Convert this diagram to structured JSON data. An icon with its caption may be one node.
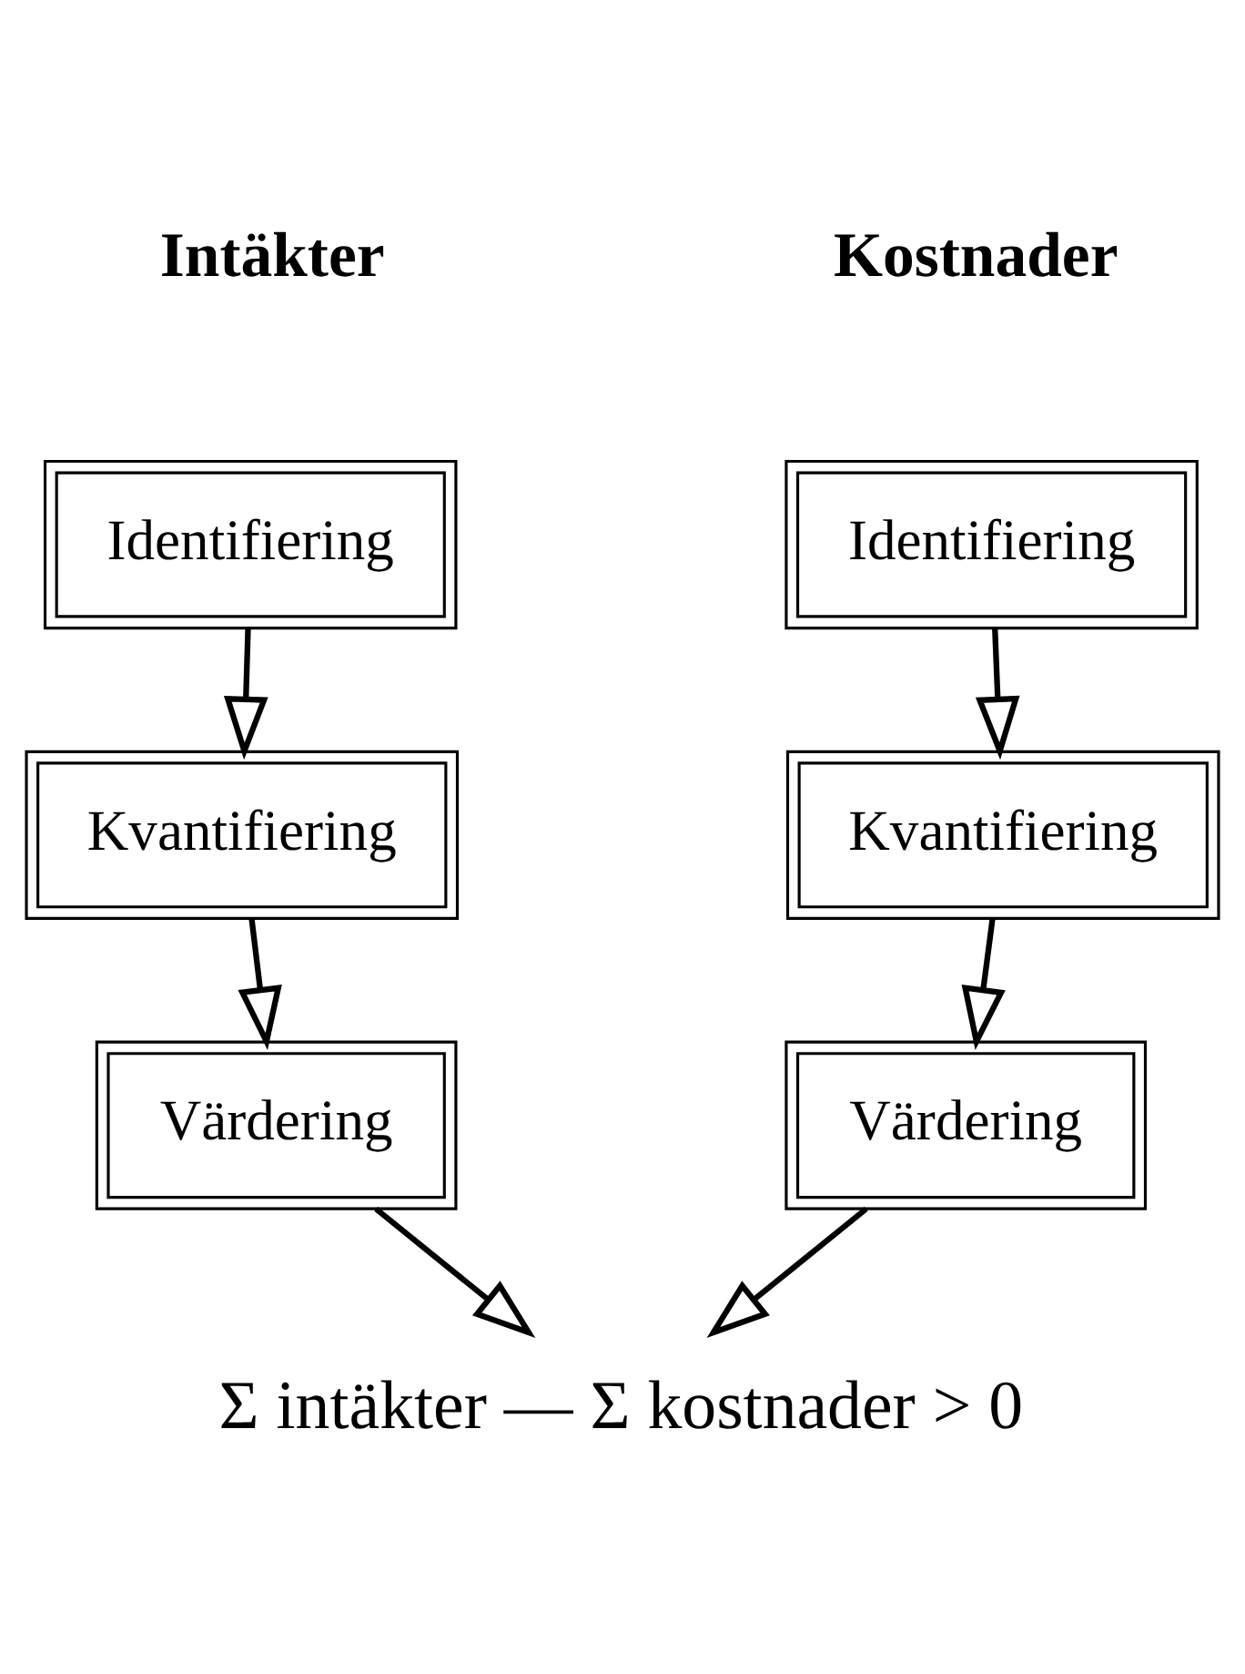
{
  "diagram": {
    "nodes": [
      {
        "text": [
          "Identifiering"
        ]
      },
      {
        "text": [
          "Identifiering"
        ]
      },
      {
        "text": [
          "Kvantifiering"
        ]
      },
      {
        "text": [
          "Kvantifiering"
        ]
      },
      {
        "text": [
          "Värdering"
        ]
      },
      {
        "text": [
          "Värdering"
        ]
      },
      {
        "text": [
          "Σ intäkter — Σ kostnader > 0"
        ]
      }
    ],
    "edges": [
      {
        "from": 0,
        "to": 2,
        "arrow": "to"
      },
      {
        "from": 2,
        "to": 4,
        "arrow": "to"
      },
      {
        "from": 1,
        "to": 3,
        "arrow": "to"
      },
      {
        "from": 3,
        "to": 5,
        "arrow": "to"
      },
      {
        "from": 4,
        "to": 6,
        "arrow": "to"
      },
      {
        "from": 5,
        "to": 6,
        "arrow": "to"
      }
    ],
    "labels": [
      "Intäkter",
      "Kostnader"
    ]
  }
}
